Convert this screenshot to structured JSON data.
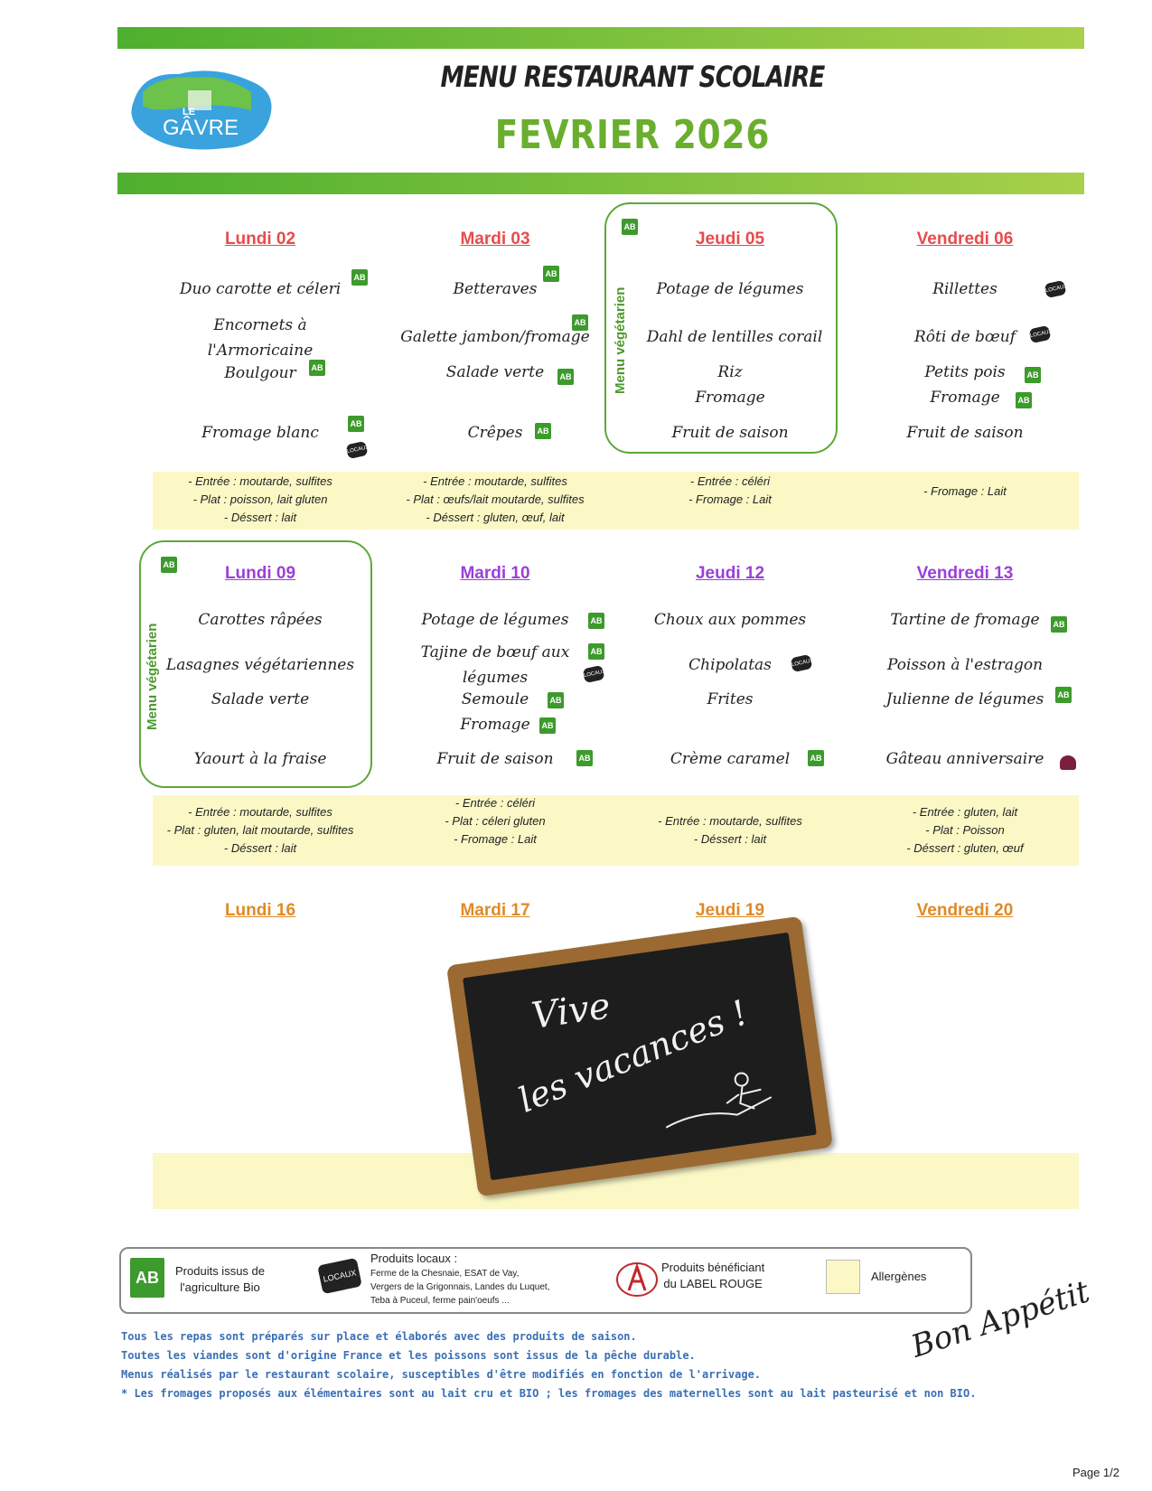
{
  "header": {
    "logo_text_top": "LE",
    "logo_text_main": "GÂVRE",
    "title": "MENU RESTAURANT SCOLAIRE",
    "month": "FEVRIER 2026"
  },
  "week1": {
    "days": [
      "Lundi 02",
      "Mardi 03",
      "Jeudi 05",
      "Vendredi 06"
    ],
    "veg_label": "Menu végétarien",
    "lundi": [
      "Duo carotte et céleri",
      "Encornets à",
      "l'Armoricaine",
      "Boulgour",
      "Fromage blanc"
    ],
    "mardi": [
      "Betteraves",
      "Galette jambon/fromage",
      "Salade verte",
      "Crêpes"
    ],
    "jeudi": [
      "Potage de légumes",
      "Dahl de lentilles corail",
      "Riz",
      "Fromage",
      "Fruit de saison"
    ],
    "vendredi": [
      "Rillettes",
      "Rôti de bœuf",
      "Petits pois",
      "Fromage",
      "Fruit de saison"
    ],
    "allergens": {
      "lundi": [
        "- Entrée : moutarde, sulfites",
        "- Plat : poisson, lait gluten",
        "- Déssert : lait"
      ],
      "mardi": [
        "- Entrée : moutarde, sulfites",
        "- Plat : œufs/lait moutarde, sulfites",
        "- Déssert : gluten, œuf, lait"
      ],
      "jeudi": [
        "- Entrée : céléri",
        "- Fromage : Lait"
      ],
      "vendredi": [
        "- Fromage : Lait"
      ]
    }
  },
  "week2": {
    "days": [
      "Lundi 09",
      "Mardi 10",
      "Jeudi 12",
      "Vendredi 13"
    ],
    "veg_label": "Menu végétarien",
    "lundi": [
      "Carottes râpées",
      "Lasagnes végétariennes",
      "Salade verte",
      "Yaourt à la fraise"
    ],
    "mardi": [
      "Potage de légumes",
      "Tajine de bœuf aux",
      "légumes",
      "Semoule",
      "Fromage",
      "Fruit de saison"
    ],
    "jeudi": [
      "Choux aux pommes",
      "Chipolatas",
      "Frites",
      "Crème caramel"
    ],
    "vendredi": [
      "Tartine de fromage",
      "Poisson à l'estragon",
      "Julienne de légumes",
      "Gâteau anniversaire"
    ],
    "allergens": {
      "lundi": [
        "- Entrée : moutarde, sulfites",
        "- Plat : gluten, lait moutarde, sulfites",
        "- Déssert : lait"
      ],
      "mardi": [
        "- Entrée : céléri",
        "- Plat : céleri gluten",
        "- Fromage : Lait"
      ],
      "jeudi": [
        "- Entrée : moutarde, sulfites",
        "- Déssert : lait"
      ],
      "vendredi": [
        "- Entrée : gluten, lait",
        "- Plat : Poisson",
        "- Déssert : gluten, œuf"
      ]
    }
  },
  "week3": {
    "days": [
      "Lundi 16",
      "Mardi 17",
      "Jeudi 19",
      "Vendredi 20"
    ],
    "slate_line1": "Vive",
    "slate_line2": "les vacances !"
  },
  "icons": {
    "ab_label": "AB",
    "local_label": "LOCAUX"
  },
  "legend": {
    "bio": [
      "Produits issus de",
      "l'agriculture Bio"
    ],
    "local_title": "Produits locaux :",
    "local_lines": [
      "Ferme de la Chesnaie, ESAT de Vay,",
      "Vergers de la Grigonnais, Landes du Luquet,",
      "Teba à Puceul, ferme pain'oeufs ..."
    ],
    "label_rouge": [
      "Produits bénéficiant",
      "du LABEL ROUGE"
    ],
    "allergens": "Allergènes"
  },
  "notes": [
    "Tous les repas sont préparés sur place et élaborés avec des produits de saison.",
    "Toutes les viandes sont d'origine France et les poissons sont issus de la pêche durable.",
    "Menus réalisés par le restaurant scolaire, susceptibles d'être modifiés en fonction de l'arrivage.",
    "* Les fromages proposés aux élémentaires sont au lait cru et BIO ; les fromages des maternelles sont au lait pasteurisé et non BIO."
  ],
  "bon_appetit": "Bon Appétit",
  "page_number": "Page 1/2",
  "colors": {
    "green_bar": "#6abf3a",
    "week1_day": "#e84b4b",
    "week2_day": "#9b3fd9",
    "week3_day": "#e08a26",
    "allergen_bg": "#fbf8c6",
    "note_text": "#3a6fb5"
  }
}
